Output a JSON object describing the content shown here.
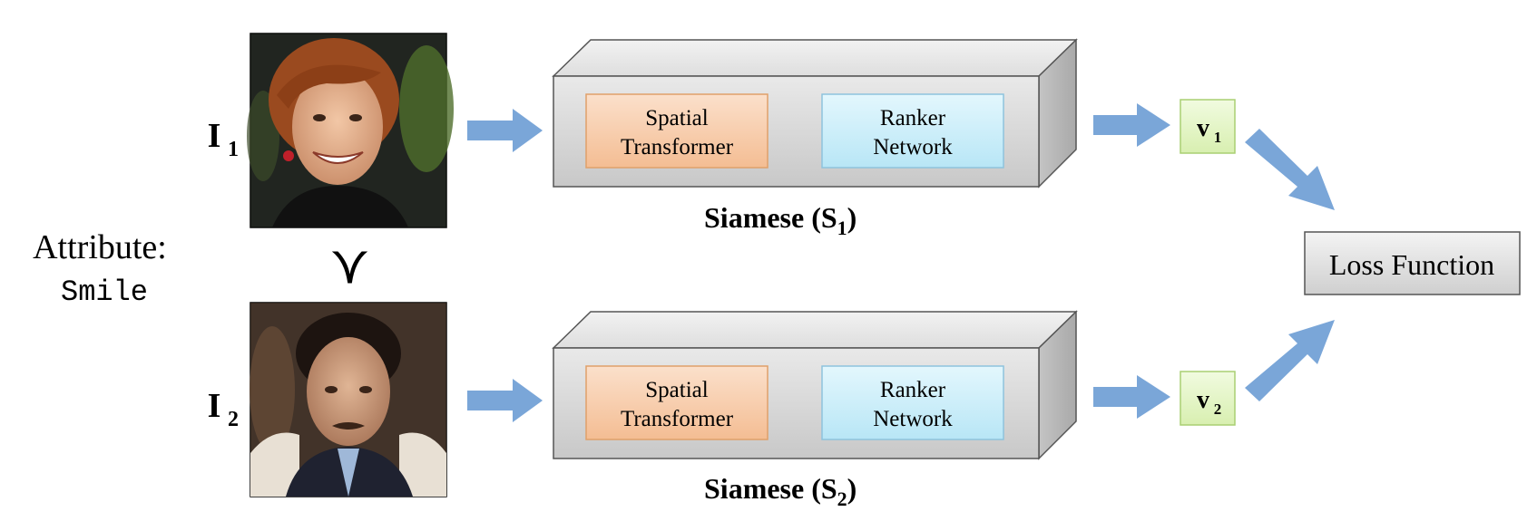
{
  "attribute": {
    "label": "Attribute:",
    "value": "Smile"
  },
  "relation_symbol": "≻",
  "inputs": [
    {
      "label": "I",
      "subscript": "1",
      "photo": "face-photo-woman-smiling"
    },
    {
      "label": "I",
      "subscript": "2",
      "photo": "face-photo-man-neutral"
    }
  ],
  "siamese": [
    {
      "spatial_line1": "Spatial",
      "spatial_line2": "Transformer",
      "ranker_line1": "Ranker",
      "ranker_line2": "Network",
      "caption_main": "Siamese (S",
      "caption_sub": "1",
      "caption_end": ")"
    },
    {
      "spatial_line1": "Spatial",
      "spatial_line2": "Transformer",
      "ranker_line1": "Ranker",
      "ranker_line2": "Network",
      "caption_main": "Siamese (S",
      "caption_sub": "2",
      "caption_end": ")"
    }
  ],
  "outputs": [
    {
      "label": "v",
      "subscript": "1"
    },
    {
      "label": "v",
      "subscript": "2"
    }
  ],
  "loss": {
    "label": "Loss Function"
  },
  "colors": {
    "arrow": "#7aa6d8",
    "spatial_fill": "#f7c8a4",
    "spatial_stroke": "#e6a56f",
    "ranker_fill": "#c6ecf8",
    "ranker_stroke": "#8ec3dd",
    "output_fill": "#e5f5c4",
    "output_stroke": "#a9cf72",
    "box_front": "#d4d4d4",
    "box_top": "#e4e4e4",
    "box_side": "#b7b7b7"
  }
}
